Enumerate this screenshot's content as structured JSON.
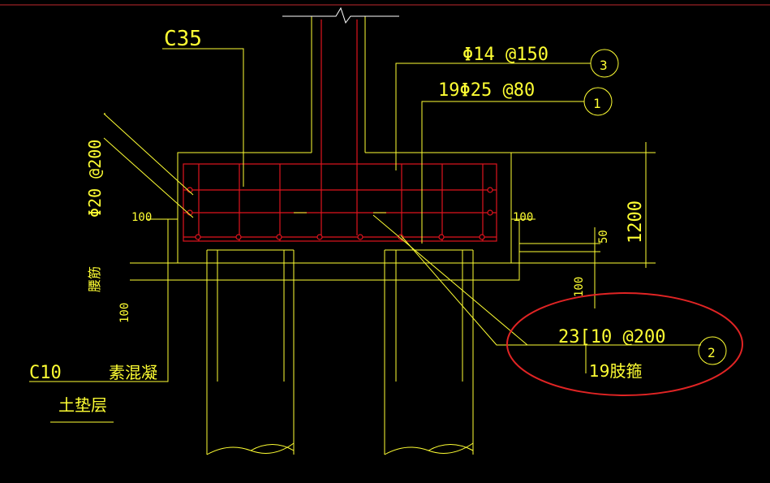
{
  "drawing": {
    "concrete_grade": "C35",
    "rebar_top": "Φ14 @150",
    "rebar_main": "19Φ25 @80",
    "rebar_side": "Φ20 @200",
    "rebar_stirrup": "23[10 @200",
    "stirrup_legs": "19肢箍",
    "callout_1": "1",
    "callout_2": "2",
    "callout_3": "3",
    "dim_100_left": "100",
    "dim_100_right": "100",
    "dim_100_lower": "100",
    "dim_100_vertical": "100",
    "dim_50": "50",
    "dim_1200": "1200",
    "label_leg": "腰筋",
    "bedding_grade": "C10",
    "bedding_material": "素混凝",
    "bedding_layer": "土垫层"
  },
  "colors": {
    "background": "#000000",
    "lines": "#ffff33",
    "rebar": "#e0141e",
    "highlight": "#e02424"
  }
}
